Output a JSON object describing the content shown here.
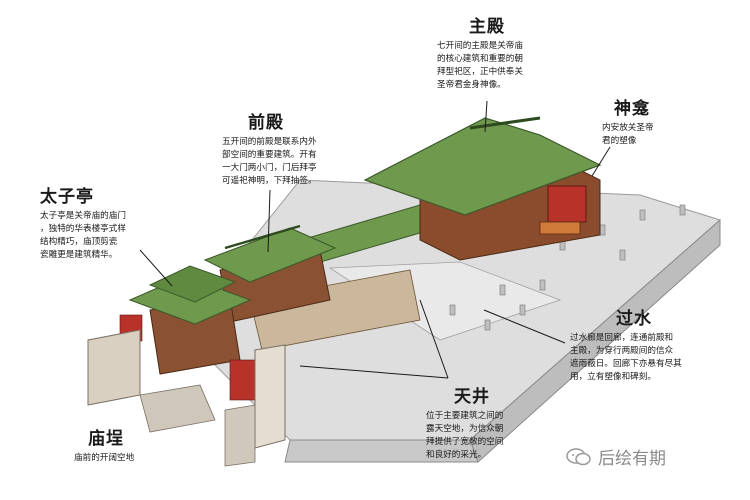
{
  "labels": {
    "main_hall": {
      "title": "主殿",
      "desc": "七开间的主殿是关帝庙\n的核心建筑和重要的朝\n拜型祀区，正中供奉关\n圣帝君金身神像。"
    },
    "shrine": {
      "title": "神龛",
      "desc": "内安放关圣帝\n君的塑像"
    },
    "front_hall": {
      "title": "前殿",
      "desc": "五开间的前殿是联系内外\n部空间的重要建筑。开有\n一大门两小门，门后拜亭\n可遥祀神明，下拜抽签。"
    },
    "prince_pavilion": {
      "title": "太子亭",
      "desc": "太子亭是关帝庙的庙门\n，独特的华表楼亭式样\n结构精巧，庙顶剪瓷\n瓷雕更是建筑精华。"
    },
    "passage": {
      "title": "过水",
      "desc": "过水廊是回廊，连通前殿和\n主殿，为穿行两殿间的信众\n遮雨蔽日。回廊下亦悬有尽其\n用，立有塑像和碑刻。"
    },
    "courtyard": {
      "title": "天井",
      "desc": "位于主要建筑之间的\n露天空地，为信众朝\n拜提供了宽敞的空间\n和良好的采光。"
    },
    "forecourt": {
      "title": "庙埕",
      "desc": "庙前的开阔空地"
    }
  },
  "watermark": {
    "text": "后绘有期",
    "icon": "wechat-icon"
  },
  "colors": {
    "roof_green": "#6f9a4e",
    "roof_dark": "#4f7636",
    "wall_red": "#b8322a",
    "wood_brown": "#7a4a2a",
    "floor_grey": "#dcdcdc",
    "stone": "#c9c3b8"
  }
}
